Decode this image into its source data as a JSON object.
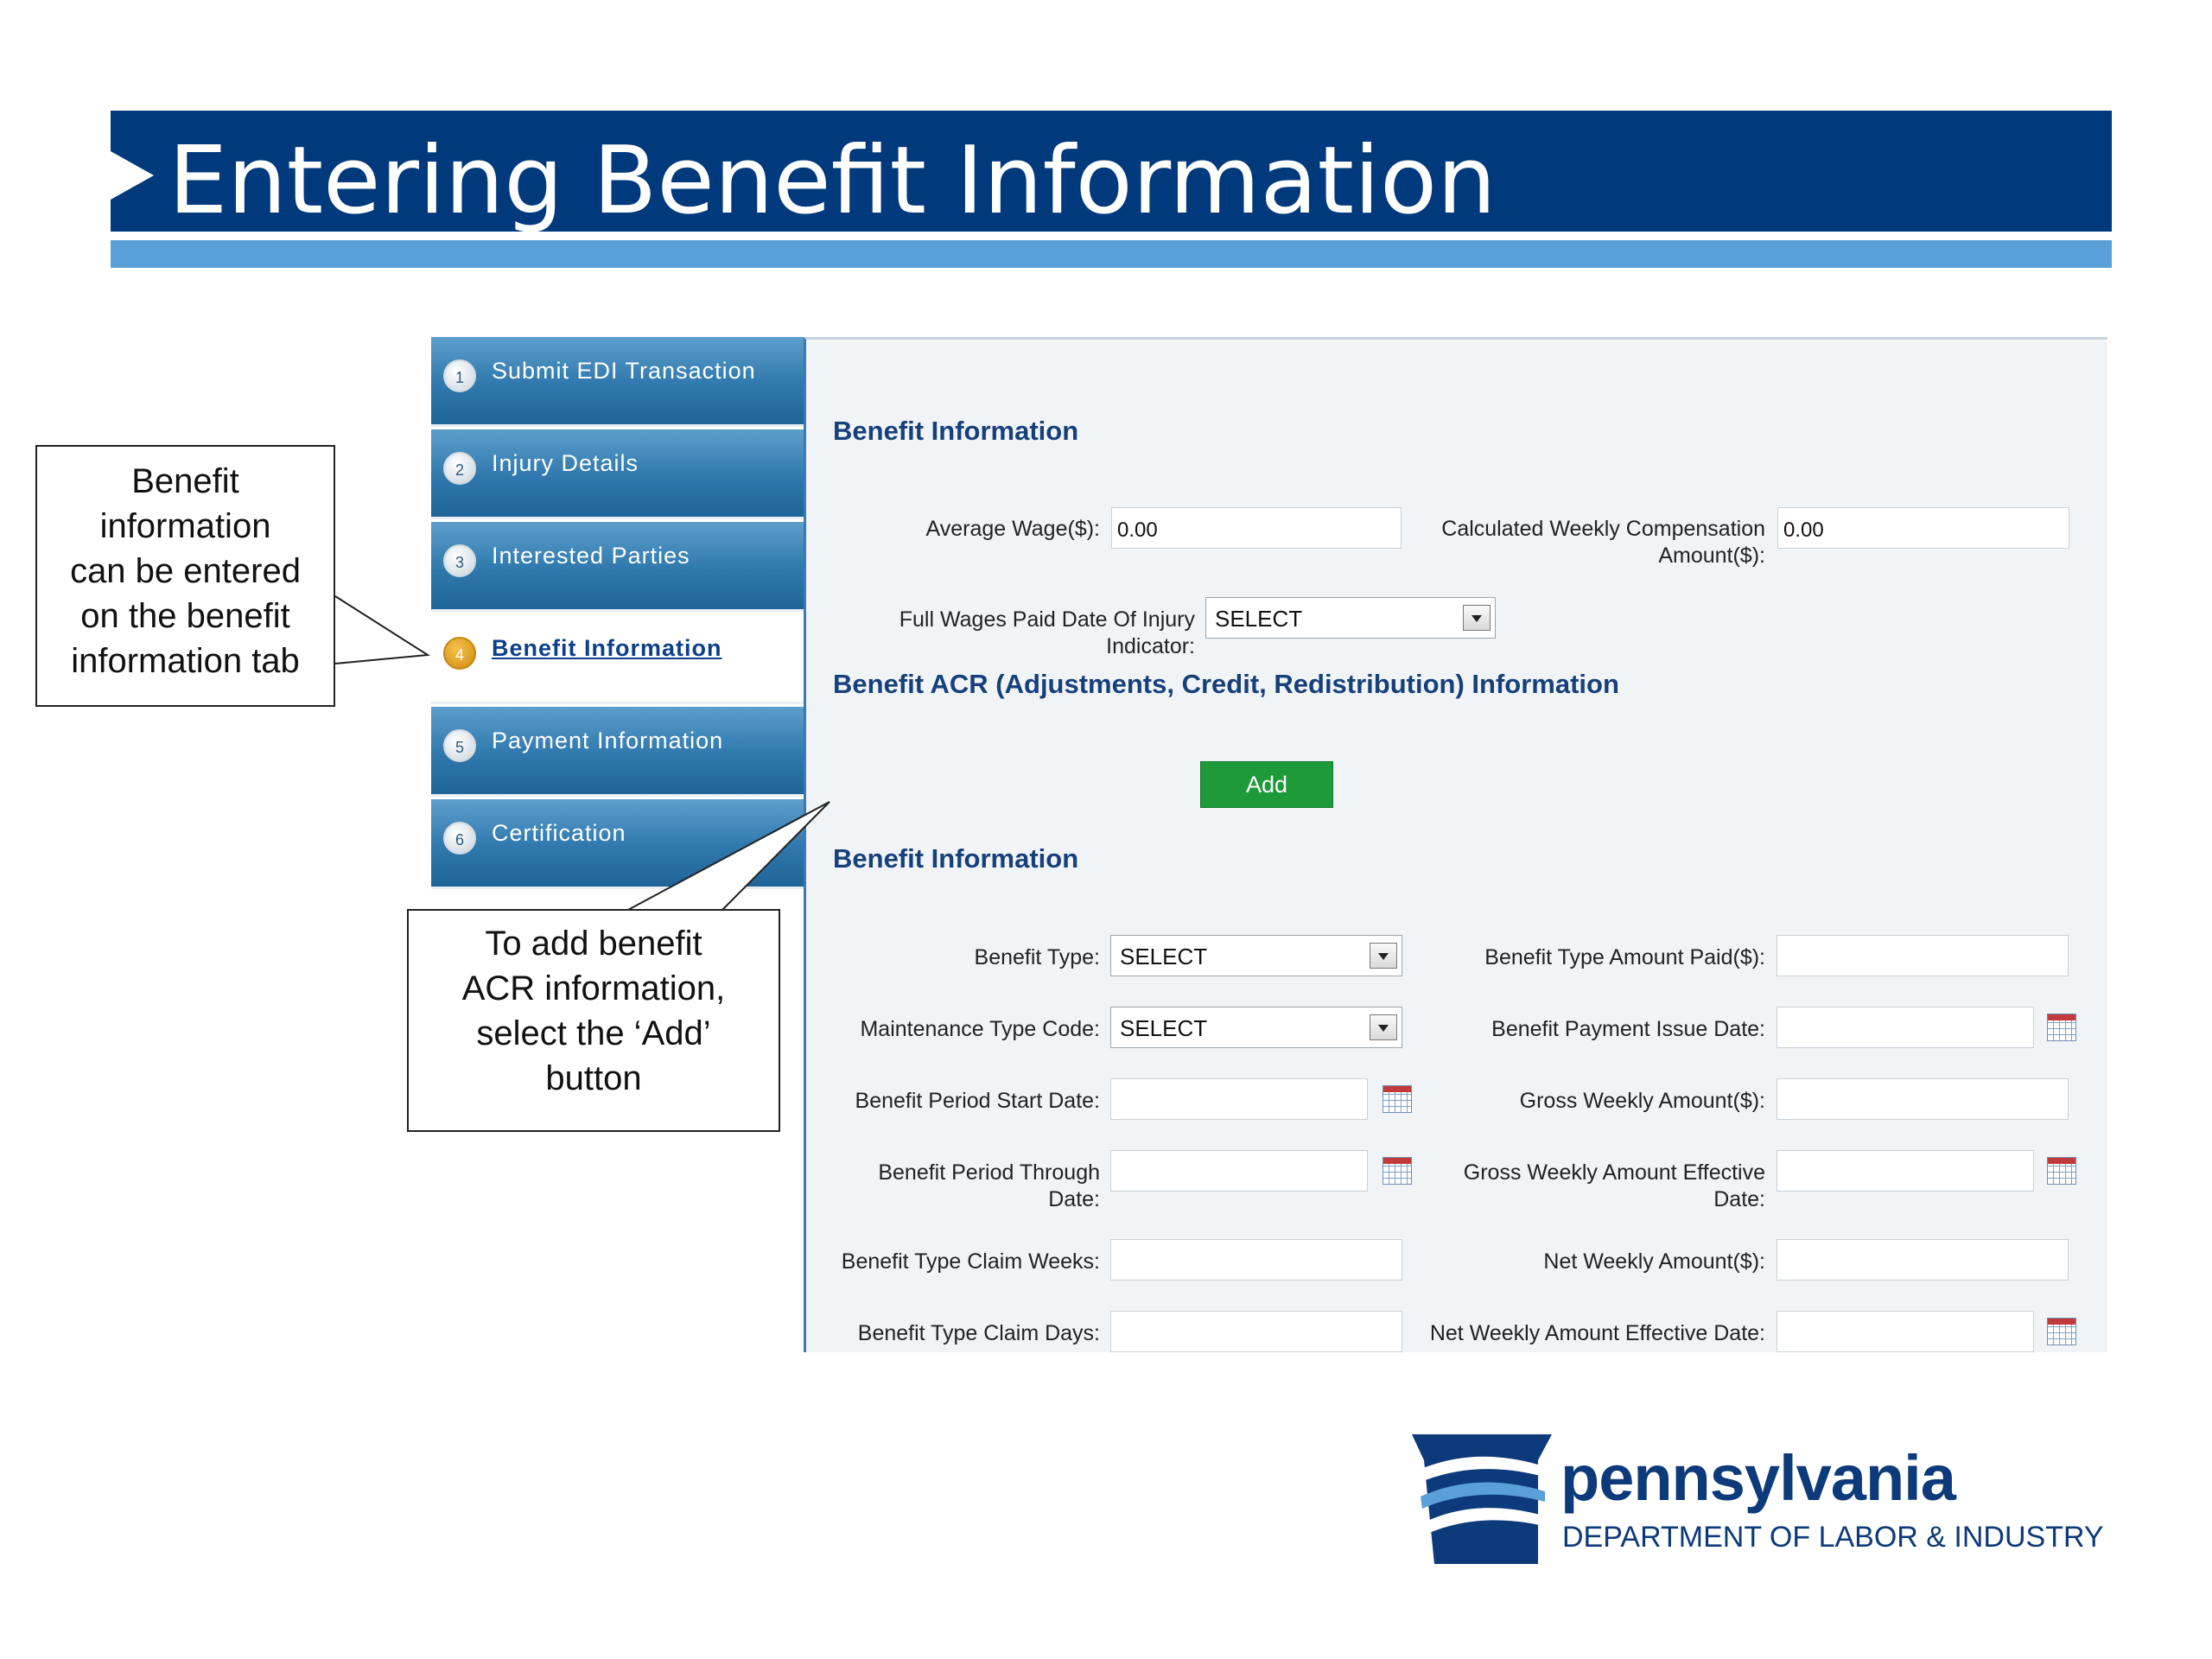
{
  "slide": {
    "title": "Entering Benefit Information"
  },
  "sidebar": {
    "items": [
      {
        "num": "1",
        "label": "Submit EDI Transaction",
        "active": false
      },
      {
        "num": "2",
        "label": "Injury Details",
        "active": false
      },
      {
        "num": "3",
        "label": "Interested Parties",
        "active": false
      },
      {
        "num": "4",
        "label": "Benefit Information",
        "active": true
      },
      {
        "num": "5",
        "label": "Payment Information",
        "active": false
      },
      {
        "num": "6",
        "label": "Certification",
        "active": false
      }
    ]
  },
  "form": {
    "section1_title": "Benefit Information",
    "average_wage_label": "Average Wage($):",
    "average_wage_value": "0.00",
    "calc_weekly_comp_label_1": "Calculated Weekly Compensation",
    "calc_weekly_comp_label_2": "Amount($):",
    "calc_weekly_comp_value": "0.00",
    "full_wages_label_1": "Full Wages Paid Date Of Injury",
    "full_wages_label_2": "Indicator:",
    "full_wages_value": "SELECT",
    "acr_title": "Benefit ACR (Adjustments, Credit, Redistribution) Information",
    "add_label": "Add",
    "section2_title": "Benefit Information",
    "benefit_type_label": "Benefit Type:",
    "benefit_type_value": "SELECT",
    "benefit_type_amount_label": "Benefit Type Amount Paid($):",
    "maintenance_type_label": "Maintenance Type Code:",
    "maintenance_type_value": "SELECT",
    "benefit_payment_issue_label": "Benefit Payment Issue Date:",
    "benefit_period_start_label": "Benefit Period Start Date:",
    "gross_weekly_amount_label": "Gross Weekly Amount($):",
    "benefit_period_through_label_1": "Benefit Period Through",
    "benefit_period_through_label_2": "Date:",
    "gross_weekly_effective_label_1": "Gross Weekly Amount Effective",
    "gross_weekly_effective_label_2": "Date:",
    "claim_weeks_label": "Benefit Type Claim Weeks:",
    "net_weekly_amount_label": "Net Weekly Amount($):",
    "claim_days_label": "Benefit Type Claim Days:",
    "net_weekly_effective_label": "Net Weekly Amount Effective Date:"
  },
  "callouts": {
    "callout1": [
      "Benefit",
      "information",
      "can be entered",
      "on the benefit",
      "information tab"
    ],
    "callout2": [
      "To add benefit",
      "ACR information,",
      "select the ‘Add’",
      "button"
    ]
  },
  "logo": {
    "name": "pennsylvania",
    "department": "DEPARTMENT OF LABOR & INDUSTRY"
  },
  "colors": {
    "banner": "#003a7d",
    "banner_line": "#5aa0d8",
    "add_button": "#1e9a3a",
    "section_title": "#17407a"
  },
  "icons": {
    "calendar": "calendar-icon",
    "dropdown": "chevron-down-icon",
    "keystone": "keystone-logo-icon"
  }
}
